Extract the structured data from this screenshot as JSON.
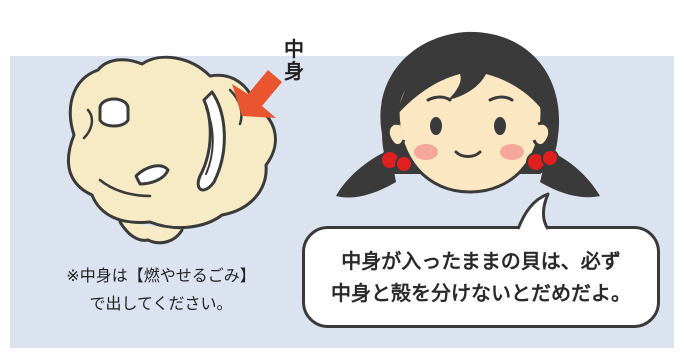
{
  "label": {
    "line1": "中",
    "line2": "身"
  },
  "note": {
    "line1": "※中身は【燃やせるごみ】",
    "line2": "で出してください。"
  },
  "speech": {
    "line1": "中身が入ったままの貝は、必ず",
    "line2": "中身と殻を分けないとだめだよ。"
  },
  "colors": {
    "panel": "#dbe3f1",
    "arrow": "#e8552e",
    "shell": "#f6ebc4",
    "hair": "#3a3a3a",
    "skin": "#fbe8c3",
    "ribbon": "#e02020"
  },
  "icons": {
    "arrow": "arrow-icon",
    "shell": "shell-illustration",
    "girl": "girl-illustration"
  }
}
